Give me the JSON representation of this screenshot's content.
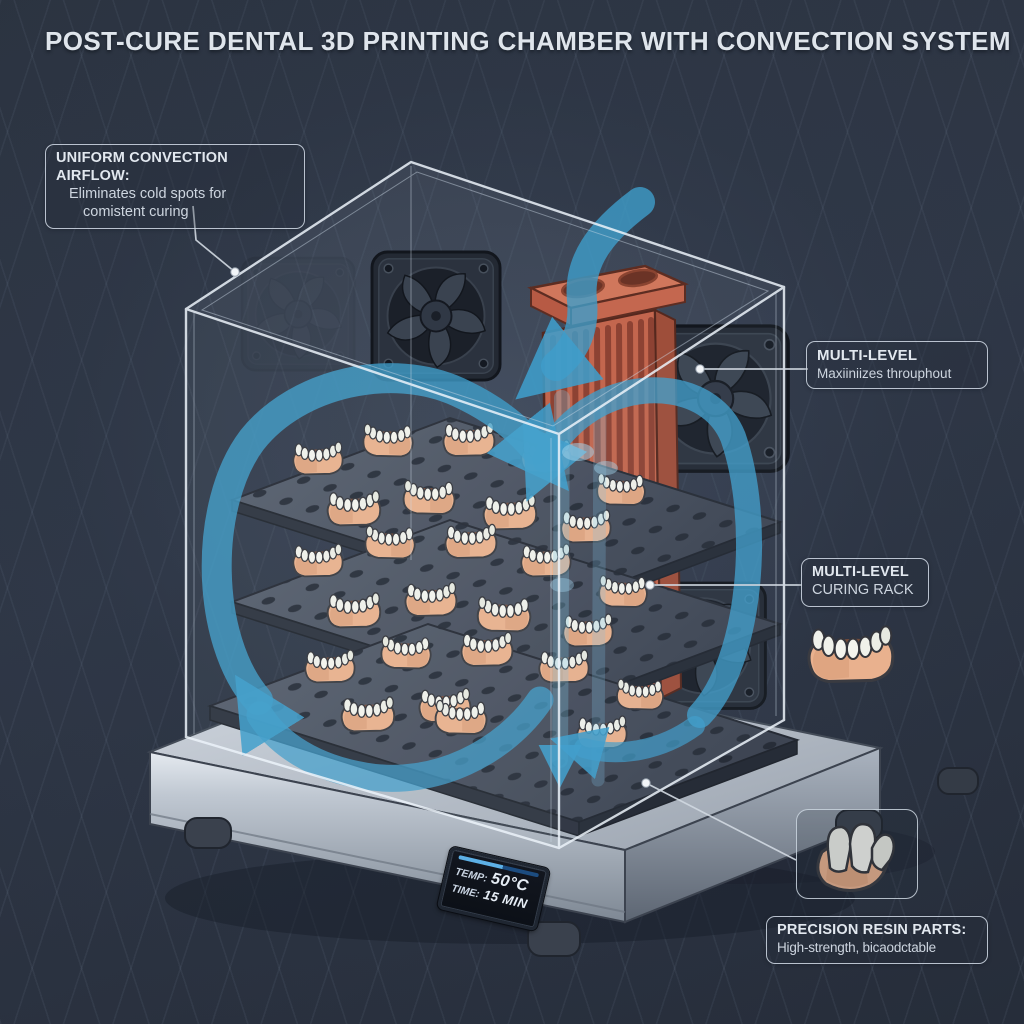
{
  "title": "POST-CURE DENTAL 3D PRINTING CHAMBER WITH CONVECTION SYSTEM",
  "callouts": {
    "airflow": {
      "title": "UNIFORM CONVECTION AIRFLOW:",
      "line1": "Eliminates cold spots for",
      "line2": "comistent curing"
    },
    "throughput": {
      "title": "MULTI-LEVEL",
      "line1": "Maxiiniizes throuphout"
    },
    "rack": {
      "title": "MULTI-LEVEL",
      "line1": "CURING RACK"
    },
    "resin": {
      "title": "PRECISION RESIN PARTS:",
      "line1": "High-strength, bicaodctable"
    }
  },
  "display": {
    "temp_label": "TEMP:",
    "temp_value": "50°C",
    "time_label": "TIME:",
    "time_value": "15 MIN"
  },
  "icons": {
    "chamber": "glass-chamber",
    "fan": "cooling-fan-icon",
    "heater": "red-heating-element-icon",
    "airflow_arrows": "convection-airflow-arrow-icon",
    "dental_model": "dental-arch-model-icon",
    "resin_part": "resin-tooth-part-icon"
  },
  "colors": {
    "background": "#2d3543",
    "airflow_blue": "#3f9dcb",
    "heater_red": "#c3664e",
    "callout_border": "#ced7e2",
    "text_primary": "#dfe5ec",
    "text_secondary": "#cdd5df",
    "metal_base": "#aeb6c1",
    "gum": "#e9b18e",
    "teeth": "#f0f1ea",
    "rack_gray": "#4b5260"
  }
}
